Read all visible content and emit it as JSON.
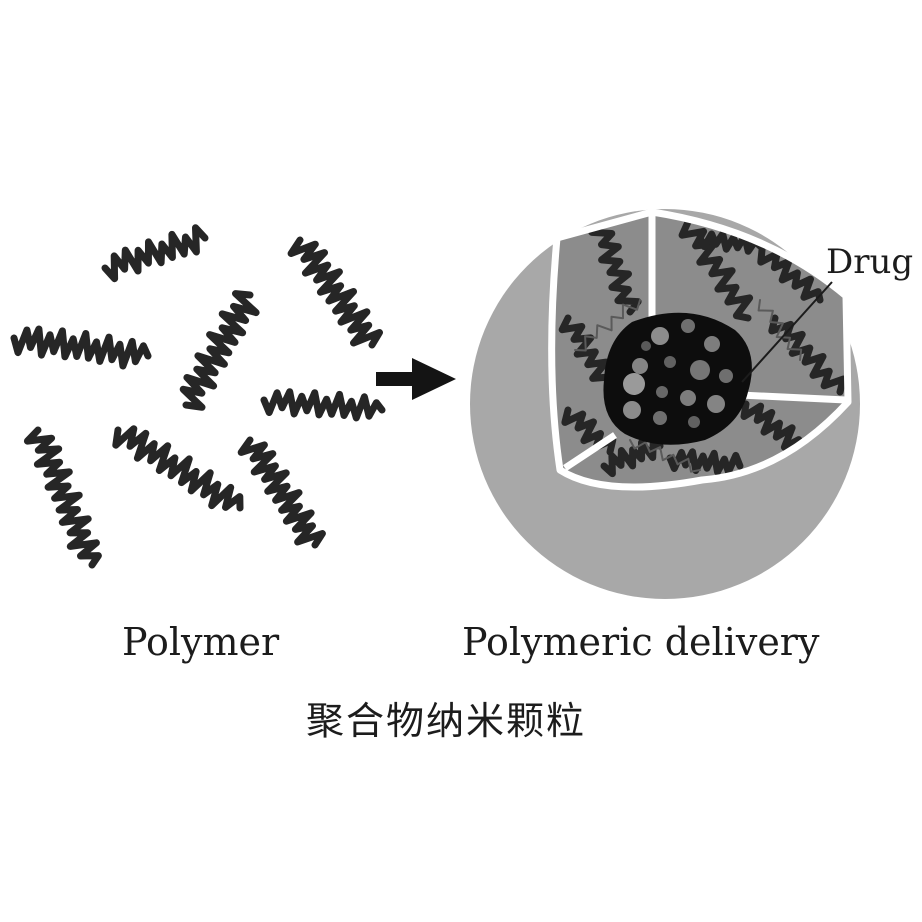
{
  "labels": {
    "polymer": "Polymer",
    "delivery": "Polymeric delivery",
    "drug": "Drug",
    "caption": "聚合物纳米颗粒"
  },
  "colors": {
    "background": "#ffffff",
    "polymer_coil": "#262626",
    "sphere_shell": "#a8a8a8",
    "sphere_interior": "#8c8c8c",
    "cut_border": "#ffffff",
    "drug_core": "#0d0d0d",
    "drug_particles": "#9a9a9a",
    "arrow": "#141414",
    "text": "#1c1c1c"
  },
  "icons": {
    "reaction_arrow": "right-arrow-icon",
    "nanoparticle": "sphere-cutaway-icon"
  }
}
